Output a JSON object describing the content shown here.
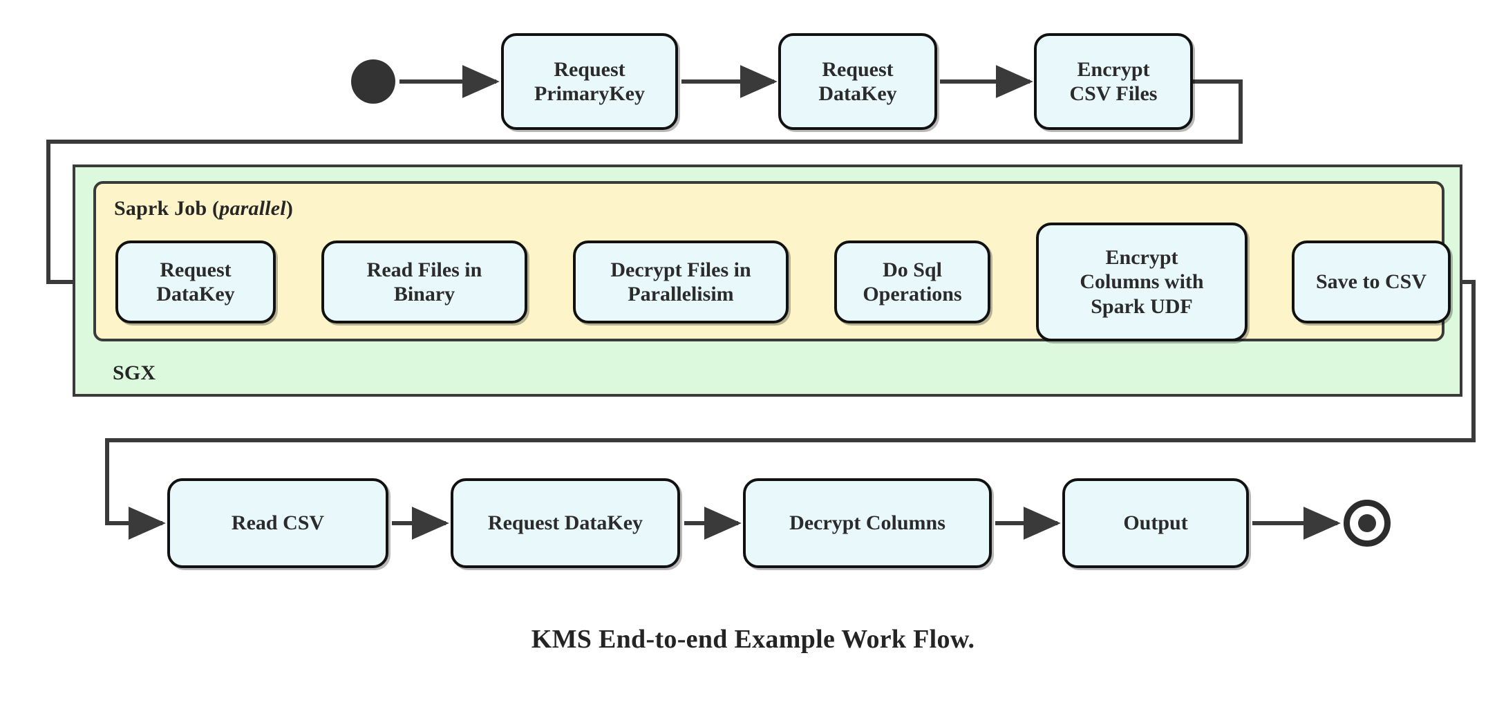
{
  "diagram": {
    "title": "KMS End-to-end Example Work Flow.",
    "colors": {
      "node_fill": "#e8f8fb",
      "node_stroke": "#111111",
      "spark_fill": "#fdf5c9",
      "sgx_fill": "#ddf9dd",
      "container_stroke": "#3a3a3a",
      "edge_stroke": "#3a3a3a",
      "marker_fill": "#333333",
      "text": "#2b2b2b"
    },
    "markers": {
      "start_name": "start-node",
      "end_name": "end-node"
    },
    "containers": [
      {
        "id": "sgx",
        "label": "SGX",
        "label_italic": "",
        "fill": "#ddf9dd"
      },
      {
        "id": "spark",
        "label": "Saprk Job",
        "label_italic": "parallel",
        "paren_open": " (",
        "paren_close": ")",
        "fill": "#fdf5c9"
      }
    ],
    "rows": {
      "top": {
        "name": "top-row",
        "nodes": [
          {
            "id": "request-primarykey",
            "lines": [
              "Request",
              "PrimaryKey"
            ]
          },
          {
            "id": "request-datakey-top",
            "lines": [
              "Request",
              "DataKey"
            ]
          },
          {
            "id": "encrypt-csv-files",
            "lines": [
              "Encrypt",
              "CSV Files"
            ]
          }
        ]
      },
      "middle": {
        "name": "spark-job-row",
        "nodes": [
          {
            "id": "request-datakey-spark",
            "lines": [
              "Request",
              "DataKey"
            ]
          },
          {
            "id": "read-files-in-binary",
            "lines": [
              "Read Files in",
              "Binary"
            ]
          },
          {
            "id": "decrypt-files-in-parallelisim",
            "lines": [
              "Decrypt Files in",
              "Parallelisim"
            ]
          },
          {
            "id": "do-sql-operations",
            "lines": [
              "Do Sql",
              "Operations"
            ]
          },
          {
            "id": "encrypt-columns-with-spark-udf",
            "lines": [
              "Encrypt",
              "Columns with",
              "Spark UDF"
            ]
          },
          {
            "id": "save-to-csv",
            "lines": [
              "Save to CSV"
            ]
          }
        ]
      },
      "bottom": {
        "name": "bottom-row",
        "nodes": [
          {
            "id": "read-csv",
            "lines": [
              "Read CSV"
            ]
          },
          {
            "id": "request-datakey-bottom",
            "lines": [
              "Request DataKey"
            ]
          },
          {
            "id": "decrypt-columns",
            "lines": [
              "Decrypt Columns"
            ]
          },
          {
            "id": "output",
            "lines": [
              "Output"
            ]
          }
        ]
      }
    },
    "edges": [
      {
        "from": "start",
        "to": "request-primarykey",
        "kind": "straight"
      },
      {
        "from": "request-primarykey",
        "to": "request-datakey-top",
        "kind": "straight"
      },
      {
        "from": "request-datakey-top",
        "to": "encrypt-csv-files",
        "kind": "straight"
      },
      {
        "from": "encrypt-csv-files",
        "to": "request-datakey-spark",
        "kind": "loop-left"
      },
      {
        "from": "request-datakey-spark",
        "to": "read-files-in-binary",
        "kind": "straight"
      },
      {
        "from": "read-files-in-binary",
        "to": "decrypt-files-in-parallelisim",
        "kind": "straight"
      },
      {
        "from": "decrypt-files-in-parallelisim",
        "to": "do-sql-operations",
        "kind": "straight"
      },
      {
        "from": "do-sql-operations",
        "to": "encrypt-columns-with-spark-udf",
        "kind": "straight"
      },
      {
        "from": "encrypt-columns-with-spark-udf",
        "to": "save-to-csv",
        "kind": "straight"
      },
      {
        "from": "save-to-csv",
        "to": "read-csv",
        "kind": "loop-right"
      },
      {
        "from": "read-csv",
        "to": "request-datakey-bottom",
        "kind": "straight"
      },
      {
        "from": "request-datakey-bottom",
        "to": "decrypt-columns",
        "kind": "straight"
      },
      {
        "from": "decrypt-columns",
        "to": "output",
        "kind": "straight"
      },
      {
        "from": "output",
        "to": "end",
        "kind": "straight"
      }
    ]
  }
}
